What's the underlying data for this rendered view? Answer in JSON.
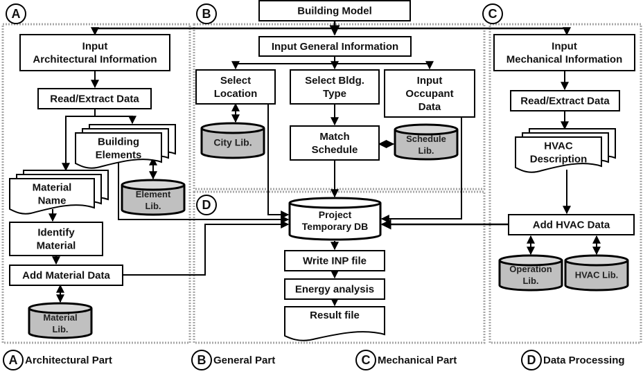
{
  "title": "Building Model",
  "sections": {
    "A": {
      "marker": "A",
      "legend": "Architectural Part"
    },
    "B": {
      "marker": "B",
      "legend": "General Part"
    },
    "C": {
      "marker": "C",
      "legend": "Mechanical Part"
    },
    "D": {
      "marker": "D",
      "legend": "Data Processing"
    }
  },
  "nodes": {
    "building_model": {
      "lines": [
        "Building Model"
      ]
    },
    "input_arch": {
      "lines": [
        "Input",
        "Architectural Information"
      ]
    },
    "read_extract_a": {
      "lines": [
        "Read/Extract Data"
      ]
    },
    "building_elements": {
      "lines": [
        "Building",
        "Elements"
      ]
    },
    "material_name": {
      "lines": [
        "Material",
        "Name"
      ]
    },
    "element_lib": {
      "lines": [
        "Element",
        "Lib."
      ]
    },
    "identify_material": {
      "lines": [
        "Identify",
        "Material"
      ]
    },
    "add_material_data": {
      "lines": [
        "Add Material Data"
      ]
    },
    "material_lib": {
      "lines": [
        "Material",
        "Lib."
      ]
    },
    "input_general": {
      "lines": [
        "Input General Information"
      ]
    },
    "select_location": {
      "lines": [
        "Select",
        "Location"
      ]
    },
    "select_bldg_type": {
      "lines": [
        "Select Bldg.",
        "Type"
      ]
    },
    "input_occupant": {
      "lines": [
        "Input",
        "Occupant",
        "Data"
      ]
    },
    "city_lib": {
      "lines": [
        "City Lib."
      ]
    },
    "match_schedule": {
      "lines": [
        "Match",
        "Schedule"
      ]
    },
    "schedule_lib": {
      "lines": [
        "Schedule",
        "Lib."
      ]
    },
    "project_db": {
      "lines": [
        "Project",
        "Temporary DB"
      ]
    },
    "write_inp": {
      "lines": [
        "Write INP file"
      ]
    },
    "energy_analysis": {
      "lines": [
        "Energy analysis"
      ]
    },
    "result_file": {
      "lines": [
        "Result file"
      ]
    },
    "input_mech": {
      "lines": [
        "Input",
        "Mechanical Information"
      ]
    },
    "read_extract_c": {
      "lines": [
        "Read/Extract Data"
      ]
    },
    "hvac_description": {
      "lines": [
        "HVAC",
        "Description"
      ]
    },
    "add_hvac_data": {
      "lines": [
        "Add HVAC Data"
      ]
    },
    "operation_lib": {
      "lines": [
        "Operation",
        "Lib."
      ]
    },
    "hvac_lib": {
      "lines": [
        "HVAC  Lib."
      ]
    }
  },
  "colors": {
    "stroke": "#000000",
    "library_fill": "#c0c0c0",
    "library_top_fill": "#d9d9d9",
    "region_border": "#a6a6a6"
  }
}
